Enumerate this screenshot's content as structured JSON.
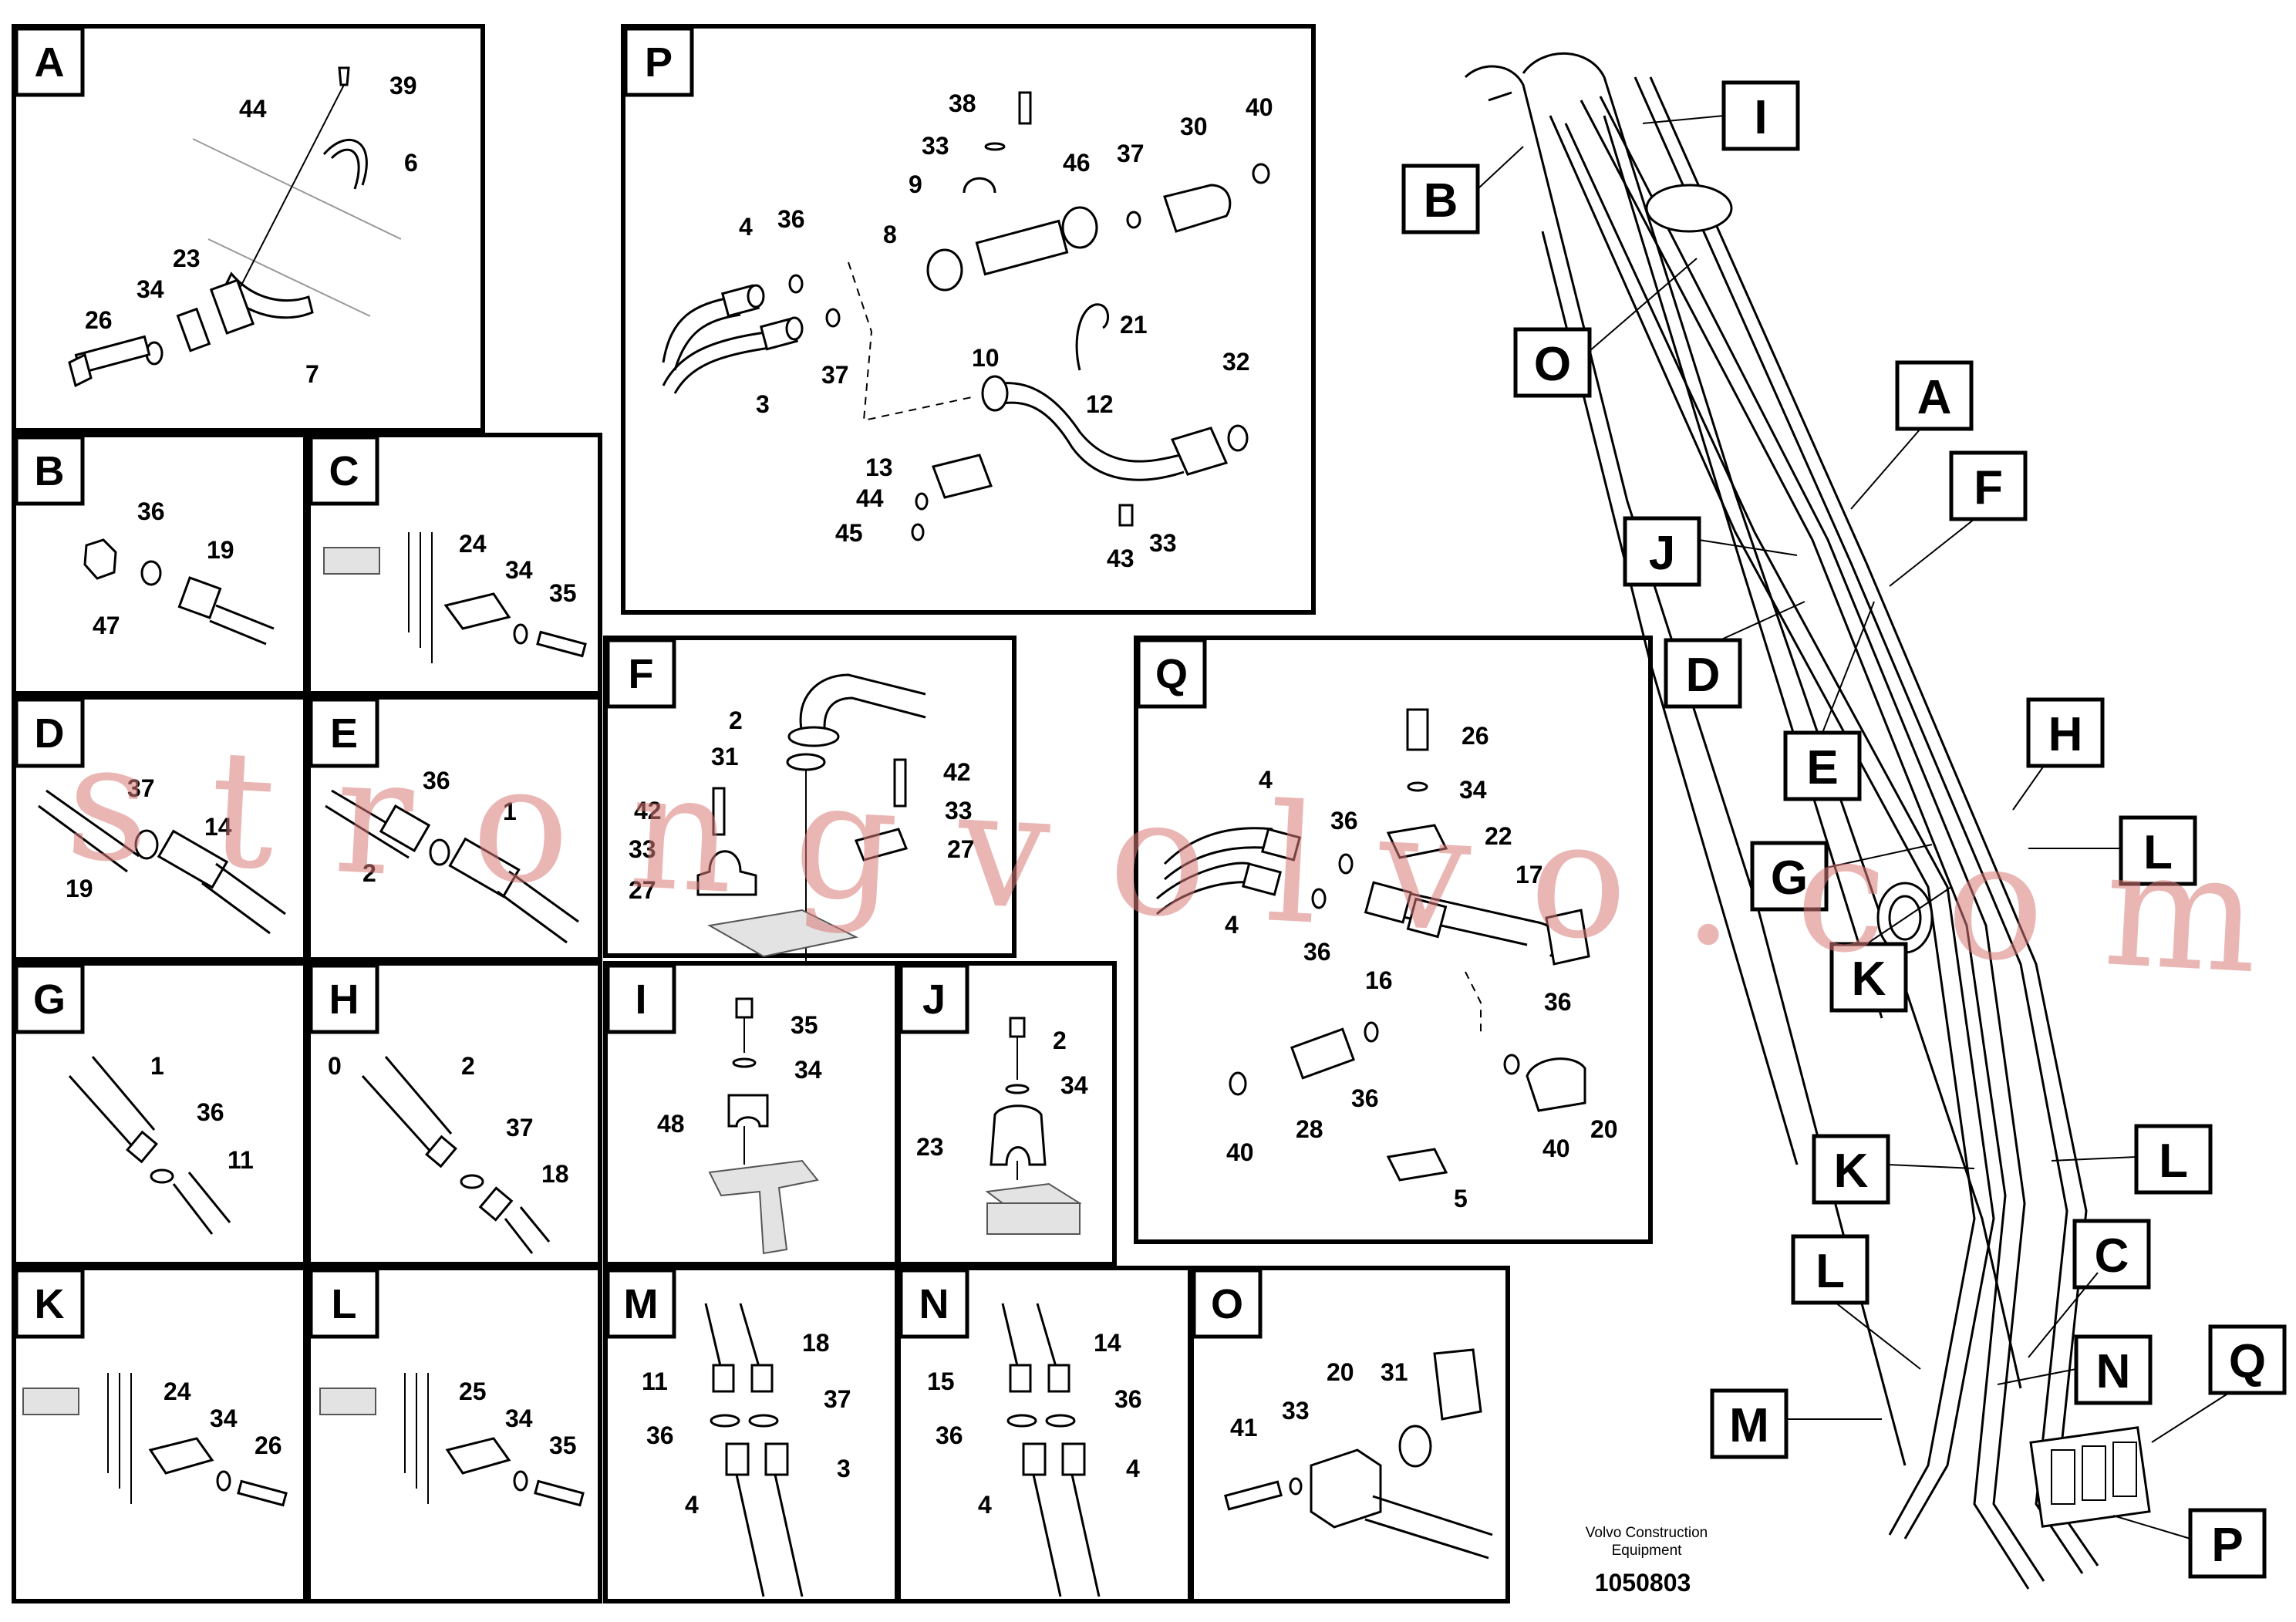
{
  "panels": {
    "A": {
      "letter": "A",
      "callouts": [
        "39",
        "44",
        "6",
        "23",
        "34",
        "26",
        "7"
      ]
    },
    "B": {
      "letter": "B",
      "callouts": [
        "36",
        "19",
        "47"
      ]
    },
    "C": {
      "letter": "C",
      "callouts": [
        "24",
        "34",
        "35"
      ]
    },
    "D": {
      "letter": "D",
      "callouts": [
        "37",
        "14",
        "19"
      ]
    },
    "E": {
      "letter": "E",
      "callouts": [
        "36",
        "1",
        "2"
      ]
    },
    "F": {
      "letter": "F",
      "callouts": [
        "2",
        "31",
        "42",
        "42",
        "33",
        "33",
        "27",
        "27"
      ]
    },
    "G": {
      "letter": "G",
      "callouts": [
        "1",
        "36",
        "11"
      ]
    },
    "H": {
      "letter": "H",
      "callouts": [
        "0",
        "2",
        "37",
        "18"
      ]
    },
    "I": {
      "letter": "I",
      "callouts": [
        "35",
        "34",
        "48"
      ]
    },
    "J": {
      "letter": "J",
      "callouts": [
        "2",
        "34",
        "23"
      ]
    },
    "K": {
      "letter": "K",
      "callouts": [
        "24",
        "34",
        "26"
      ]
    },
    "L": {
      "letter": "L",
      "callouts": [
        "25",
        "34",
        "35"
      ]
    },
    "M": {
      "letter": "M",
      "callouts": [
        "18",
        "11",
        "37",
        "36",
        "3",
        "4"
      ]
    },
    "N": {
      "letter": "N",
      "callouts": [
        "14",
        "15",
        "36",
        "36",
        "4",
        "4"
      ]
    },
    "O": {
      "letter": "O",
      "callouts": [
        "20",
        "31",
        "41",
        "33"
      ]
    },
    "P": {
      "letter": "P",
      "callouts": [
        "38",
        "40",
        "33",
        "30",
        "37",
        "46",
        "9",
        "4",
        "36",
        "8",
        "21",
        "10",
        "3",
        "37",
        "12",
        "32",
        "13",
        "44",
        "45",
        "43",
        "33"
      ]
    },
    "Q": {
      "letter": "Q",
      "callouts": [
        "26",
        "34",
        "4",
        "36",
        "22",
        "17",
        "4",
        "36",
        "16",
        "36",
        "40",
        "28",
        "36",
        "40",
        "20",
        "5"
      ]
    }
  },
  "overview_labels": [
    "B",
    "I",
    "O",
    "A",
    "F",
    "J",
    "D",
    "E",
    "H",
    "G",
    "L",
    "K",
    "K",
    "L",
    "C",
    "L",
    "N",
    "Q",
    "M",
    "P"
  ],
  "credit": {
    "line1": "Volvo Construction",
    "line2": "Equipment"
  },
  "drawing_number": "1050803",
  "watermark": "strongvolvo.com",
  "colors": {
    "watermark": "#d97b78",
    "line": "#000000",
    "background": "#ffffff"
  }
}
